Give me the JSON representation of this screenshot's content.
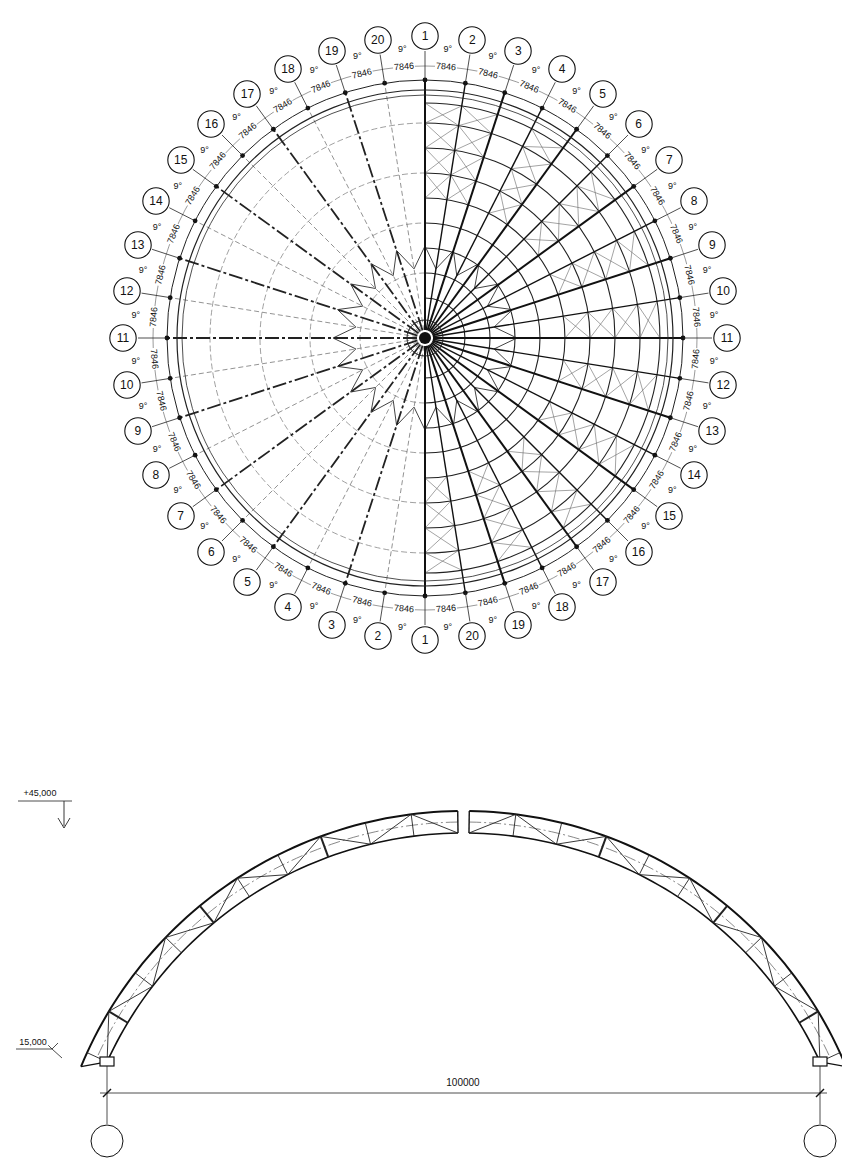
{
  "diagram": {
    "nodes": [
      {
        "text": [
          "1"
        ]
      },
      {
        "text": [
          "2"
        ]
      },
      {
        "text": [
          "3"
        ]
      },
      {
        "text": [
          "4"
        ]
      },
      {
        "text": [
          "5"
        ]
      },
      {
        "text": [
          "6"
        ]
      },
      {
        "text": [
          "7"
        ]
      },
      {
        "text": [
          "8"
        ]
      },
      {
        "text": [
          "9"
        ]
      },
      {
        "text": [
          "10"
        ]
      },
      {
        "text": [
          "11"
        ]
      },
      {
        "text": [
          "12"
        ]
      },
      {
        "text": [
          "13"
        ]
      },
      {
        "text": [
          "14"
        ]
      },
      {
        "text": [
          "15"
        ]
      },
      {
        "text": [
          "16"
        ]
      },
      {
        "text": [
          "17"
        ]
      },
      {
        "text": [
          "18"
        ]
      },
      {
        "text": [
          "19"
        ]
      },
      {
        "text": [
          "20"
        ]
      },
      {
        "text": [
          "1"
        ]
      },
      {
        "text": [
          "2"
        ]
      },
      {
        "text": [
          "3"
        ]
      },
      {
        "text": [
          "4"
        ]
      },
      {
        "text": [
          "5"
        ]
      },
      {
        "text": [
          "6"
        ]
      },
      {
        "text": [
          "7"
        ]
      },
      {
        "text": [
          "8"
        ]
      },
      {
        "text": [
          "9"
        ]
      },
      {
        "text": [
          "10"
        ]
      },
      {
        "text": [
          "11"
        ]
      },
      {
        "text": [
          "12"
        ]
      },
      {
        "text": [
          "13"
        ]
      },
      {
        "text": [
          "14"
        ]
      },
      {
        "text": [
          "15"
        ]
      },
      {
        "text": [
          "16"
        ]
      },
      {
        "text": [
          "17"
        ]
      },
      {
        "text": [
          "18"
        ]
      },
      {
        "text": [
          "19"
        ]
      },
      {
        "text": [
          "20"
        ]
      }
    ],
    "labels": [
      "9°",
      "9°",
      "9°",
      "9°",
      "9°",
      "9°",
      "9°",
      "9°",
      "9°",
      "9°",
      "9°",
      "9°",
      "9°",
      "9°",
      "9°",
      "9°",
      "9°",
      "9°",
      "9°",
      "9°",
      "9°",
      "9°",
      "9°",
      "9°",
      "9°",
      "9°",
      "9°",
      "9°",
      "9°",
      "9°",
      "9°",
      "9°",
      "9°",
      "9°",
      "9°",
      "9°",
      "9°",
      "9°",
      "9°",
      "9°",
      "7846",
      "7846",
      "7846",
      "7846",
      "7846",
      "7846",
      "7846",
      "7846",
      "7846",
      "7846",
      "7846",
      "7846",
      "7846",
      "7846",
      "7846",
      "7846",
      "7846",
      "7846",
      "7846",
      "7846",
      "7846",
      "7846",
      "7846",
      "7846",
      "7846",
      "7846",
      "7846",
      "7846",
      "7846",
      "7846",
      "7846",
      "7846",
      "7846",
      "7846",
      "7846",
      "7846",
      "7846",
      "7846",
      "7846",
      "7846",
      "+45,000",
      "15,000",
      "100000"
    ]
  }
}
